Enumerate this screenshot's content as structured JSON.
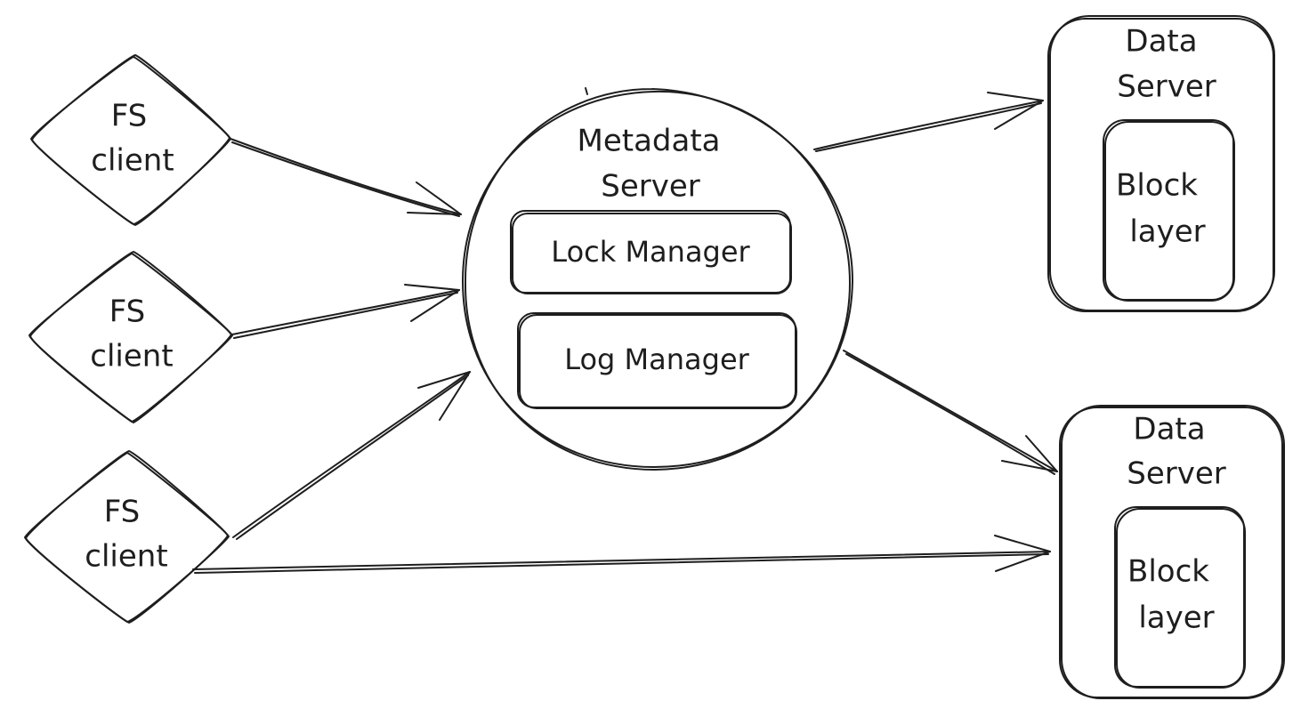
{
  "client_nodes": [
    {
      "line1": "FS",
      "line2": "client"
    },
    {
      "line1": "FS",
      "line2": "client"
    },
    {
      "line1": "FS",
      "line2": "client"
    }
  ],
  "metadata_server": {
    "line1": "Metadata",
    "line2": "Server",
    "lock_manager": "Lock Manager",
    "log_manager": "Log Manager"
  },
  "data_servers": [
    {
      "line1": "Data",
      "line2": "Server",
      "inner_line1": "Block",
      "inner_line2": "layer"
    },
    {
      "line1": "Data",
      "line2": "Server",
      "inner_line1": "Block",
      "inner_line2": "layer"
    }
  ],
  "style": {
    "ink_color": "#1e1e1e",
    "background": "#ffffff"
  }
}
